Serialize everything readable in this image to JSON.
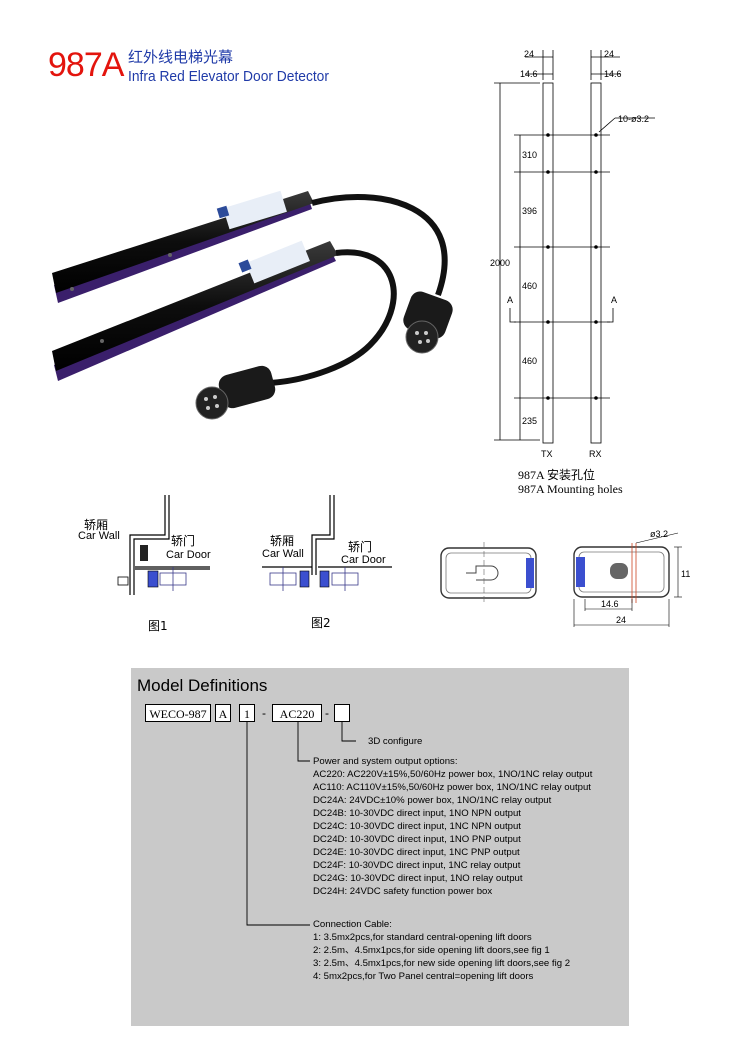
{
  "header": {
    "model": "987A",
    "title_cn": "红外线电梯光幕",
    "title_en": "Infra Red Elevator Door Detector"
  },
  "drawing": {
    "top_dims": [
      "24",
      "24",
      "14.6",
      "14.6"
    ],
    "hole_note": "10-ø3.2",
    "total_length": "2000",
    "spacings": [
      "310",
      "396",
      "460",
      "460",
      "235"
    ],
    "section_marks": [
      "A",
      "A"
    ],
    "bar_labels": [
      "TX",
      "RX"
    ],
    "caption_cn": "987A 安装孔位",
    "caption_en": "987A  Mounting holes"
  },
  "figures": {
    "fig1": {
      "wall_cn": "轿厢",
      "wall_en": "Car Wall",
      "door_cn": "轿门",
      "door_en": "Car Door",
      "label": "图1"
    },
    "fig2": {
      "wall_cn": "轿厢",
      "wall_en": "Car Wall",
      "door_cn": "轿门",
      "door_en": "Car Door",
      "label": "图2"
    },
    "profile": {
      "hole": "ø3.2",
      "height": "11",
      "inner": "14.6",
      "width": "24"
    }
  },
  "model_definitions": {
    "title": "Model Definitions",
    "code_boxes": [
      "WECO-987",
      "A",
      "1",
      "AC220",
      ""
    ],
    "separators": [
      "-",
      "-"
    ],
    "config_note": "3D configure",
    "power_title": "Power and system output options:",
    "power_options": [
      "AC220:  AC220V±15%,50/60Hz power box,   1NO/1NC relay output",
      "AC110:  AC110V±15%,50/60Hz power box,   1NO/1NC relay output",
      "DC24A:  24VDC±10% power box,   1NO/1NC relay output",
      "DC24B:  10-30VDC direct input,   1NO NPN output",
      "DC24C:  10-30VDC direct input,   1NC NPN output",
      "DC24D:  10-30VDC direct input,   1NO PNP output",
      "DC24E:  10-30VDC direct input,   1NC PNP output",
      "DC24F:  10-30VDC direct input,   1NC relay output",
      "DC24G:  10-30VDC direct input,   1NO relay output",
      "DC24H:  24VDC safety function power box"
    ],
    "cable_title": "Connection Cable:",
    "cable_options": [
      "1:  3.5mx2pcs,for standard central-opening lift doors",
      "2:  2.5m、4.5mx1pcs,for side opening lift doors,see fig 1",
      "3:  2.5m、4.5mx1pcs,for new side opening lift doors,see fig 2",
      "4: 5mx2pcs,for Two Panel central=opening lift doors"
    ]
  }
}
